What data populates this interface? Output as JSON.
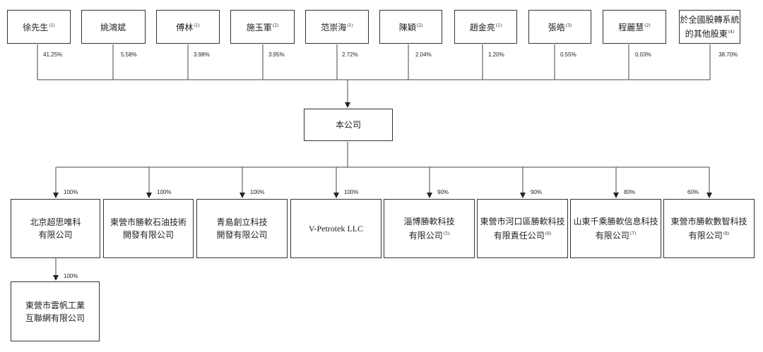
{
  "shareholders": [
    {
      "name": "徐先生",
      "note": "(1)",
      "pct": "41.25%"
    },
    {
      "name": "姚鴻斌",
      "note": "",
      "pct": "5.58%"
    },
    {
      "name": "傅林",
      "note": "(1)",
      "pct": "3.98%"
    },
    {
      "name": "施玉軍",
      "note": "(2)",
      "pct": "3.95%"
    },
    {
      "name": "范崇海",
      "note": "(1)",
      "pct": "2.72%"
    },
    {
      "name": "陳穎",
      "note": "(2)",
      "pct": "2.04%"
    },
    {
      "name": "趙金亮",
      "note": "(1)",
      "pct": "1.20%"
    },
    {
      "name": "張皓",
      "note": "(3)",
      "pct": "0.55%"
    },
    {
      "name": "程麗慧",
      "note": "(2)",
      "pct": "0.03%"
    },
    {
      "name_line1": "於全國股轉系統",
      "name_line2": "的其他股東",
      "note": "(4)",
      "pct": "38.70%"
    }
  ],
  "company": "本公司",
  "subsidiaries": [
    {
      "line1": "北京超思唯科",
      "line2": "有限公司",
      "note": "",
      "pct": "100%"
    },
    {
      "line1": "東營市勝軟石油技術",
      "line2": "開發有限公司",
      "note": "",
      "pct": "100%"
    },
    {
      "line1": "青島創立科技",
      "line2": "開發有限公司",
      "note": "",
      "pct": "100%"
    },
    {
      "line1": "V-Petrotek LLC",
      "line2": "",
      "note": "",
      "pct": "100%"
    },
    {
      "line1": "淄博勝軟科技",
      "line2": "有限公司",
      "note": "(5)",
      "pct": "90%"
    },
    {
      "line1": "東營市河口區勝軟科技",
      "line2": "有限責任公司",
      "note": "(6)",
      "pct": "90%"
    },
    {
      "line1": "山東千乘勝軟信息科技",
      "line2": "有限公司",
      "note": "(7)",
      "pct": "80%"
    },
    {
      "line1": "東營市勝軟數智科技",
      "line2": "有限公司",
      "note": "(8)",
      "pct": "60%"
    }
  ],
  "sub_subsidiary": {
    "line1": "東營市雲帆工業",
    "line2": "互聯網有限公司",
    "pct": "100%"
  }
}
